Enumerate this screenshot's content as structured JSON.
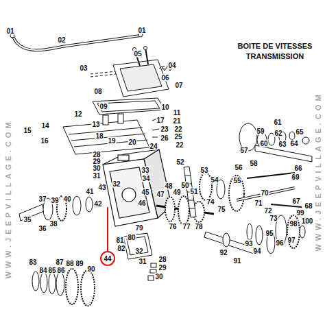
{
  "diagram": {
    "title": "BOITE DE VITESSES TRANSMISSION",
    "labels": [
      "01",
      "01",
      "02",
      "03",
      "05",
      "04",
      "06",
      "07",
      "08",
      "09",
      "10",
      "11",
      "12",
      "13",
      "14",
      "17",
      "21",
      "23",
      "22",
      "15",
      "25",
      "18",
      "26",
      "22",
      "16",
      "19",
      "20",
      "24",
      "28",
      "29",
      "30",
      "31",
      "33",
      "34",
      "32",
      "43",
      "41",
      "37",
      "39",
      "40",
      "42",
      "45",
      "46",
      "47",
      "48",
      "49",
      "50",
      "51",
      "52",
      "53",
      "54",
      "56",
      "55",
      "57",
      "58",
      "59",
      "60",
      "61",
      "62",
      "63",
      "64",
      "65",
      "66",
      "69",
      "70",
      "71",
      "72",
      "73",
      "67",
      "68",
      "99",
      "100",
      "98",
      "74",
      "75",
      "76",
      "77",
      "78",
      "79",
      "80",
      "81",
      "82",
      "44",
      "32",
      "31",
      "28",
      "29",
      "30",
      "97",
      "96",
      "95",
      "93",
      "94",
      "92",
      "91",
      "35",
      "36",
      "38",
      "83",
      "84",
      "85",
      "86",
      "87",
      "88",
      "89",
      "90",
      "WWW.JEEPVILLAGE.COM",
      "WWW.JEEPVILLAGE.COM"
    ]
  }
}
